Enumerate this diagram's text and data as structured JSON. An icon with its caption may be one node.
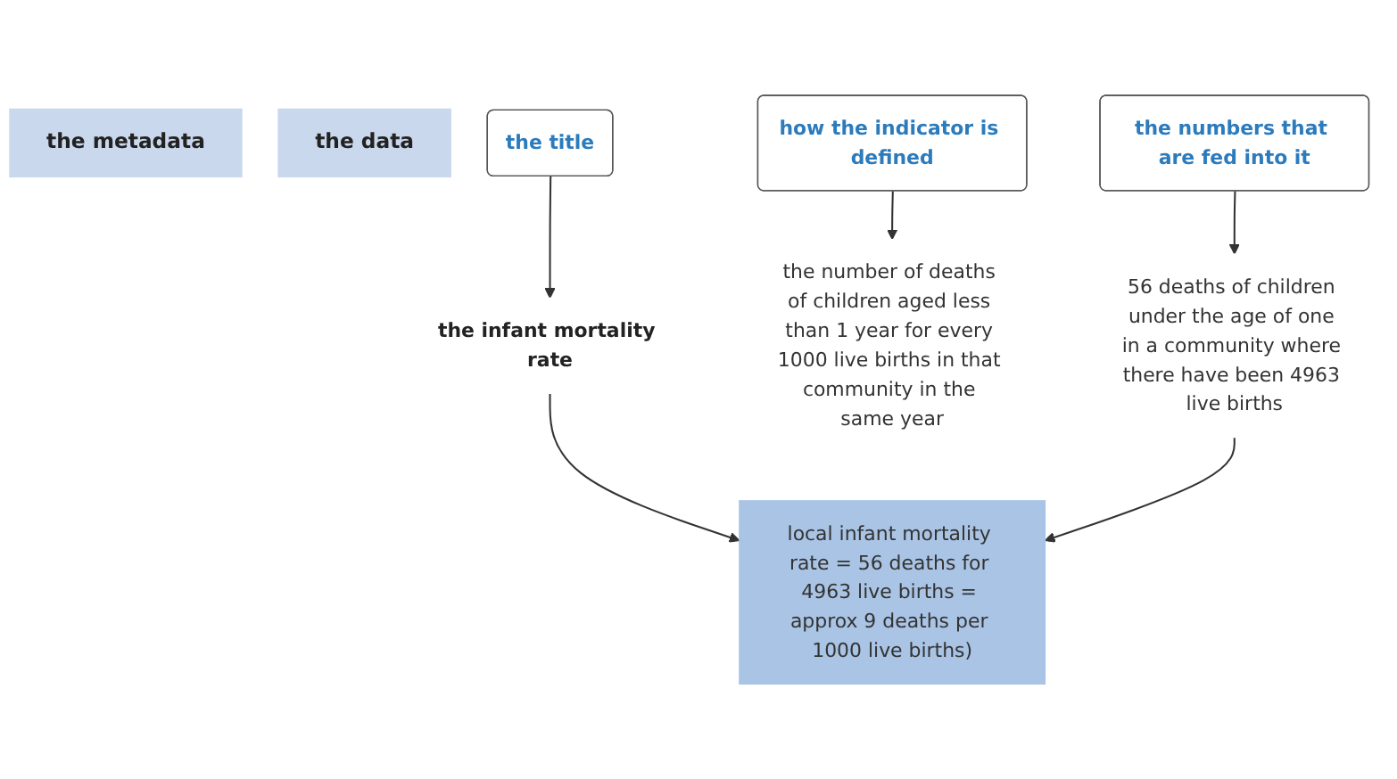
{
  "diagram": {
    "nodes": [
      {
        "text": [
          "the metadata"
        ]
      },
      {
        "text": [
          "the data"
        ]
      },
      {
        "text": [
          "the title"
        ]
      },
      {
        "text": [
          "how the indicator is defined"
        ]
      },
      {
        "text": [
          "the numbers that are fed into it"
        ]
      },
      {
        "text": [
          "the infant mortality rate"
        ]
      },
      {
        "text": [
          "the number of deaths of children aged less than 1 year for every 1000 live births in that community in the same year"
        ]
      },
      {
        "text": [
          "56 deaths of children under the age of one in a community where there have been 4963 live births"
        ]
      },
      {
        "text": [
          "local infant mortality rate = 56 deaths for 4963 live births = approx 9 deaths per 1000 live births)"
        ]
      }
    ],
    "edges": [
      {
        "from": 2,
        "to": 5,
        "arrow": "to"
      },
      {
        "from": 3,
        "to": 6,
        "arrow": "to"
      },
      {
        "from": 4,
        "to": 7,
        "arrow": "to"
      },
      {
        "from": 5,
        "to": 8,
        "arrow": "to"
      },
      {
        "from": 7,
        "to": 8,
        "arrow": "to"
      }
    ]
  }
}
